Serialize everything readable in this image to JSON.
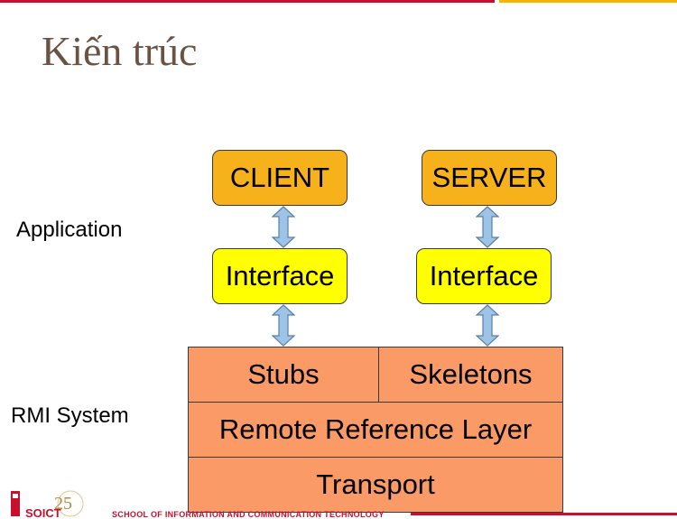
{
  "slide": {
    "title": "Kiến trúc"
  },
  "labels": {
    "application": "Application",
    "rmi_system": "RMI System"
  },
  "diagram": {
    "client": "CLIENT",
    "server": "SERVER",
    "client_interface": "Interface",
    "server_interface": "Interface",
    "stubs": "Stubs",
    "skeletons": "Skeletons",
    "remote_reference_layer": "Remote Reference Layer",
    "transport": "Transport"
  },
  "footer": {
    "logo_number": "25",
    "logo_text": "SOICT",
    "school": "SCHOOL OF INFORMATION AND COMMUNICATION TECHNOLOGY"
  },
  "colors": {
    "client_server_fill": "#f7b21b",
    "interface_fill": "#ffff00",
    "layer_fill": "#fa9a66",
    "arrow_fill": "#9dc3e6",
    "title_color": "#6b5344",
    "brand_red": "#c8102e"
  }
}
